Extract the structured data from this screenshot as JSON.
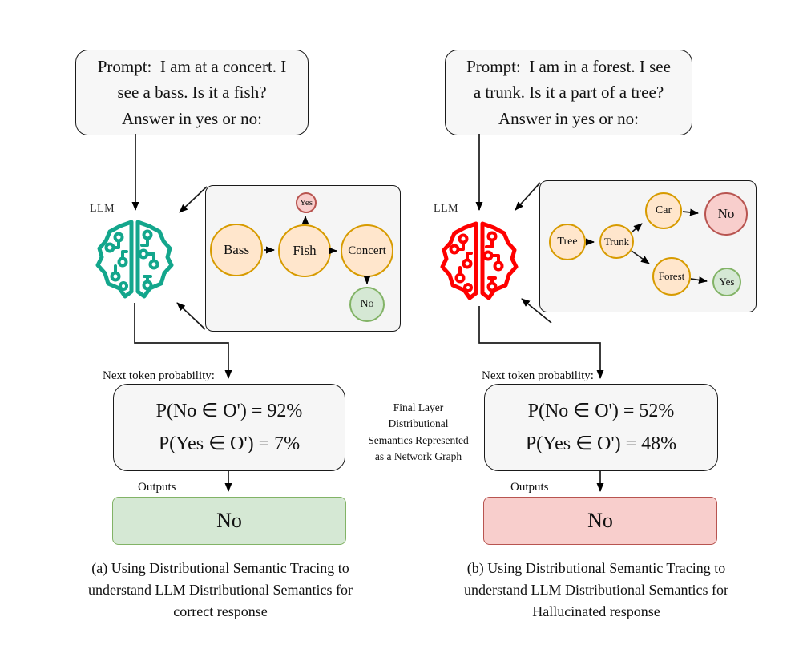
{
  "figure": {
    "middle_note": "Final Layer\nDistributional\nSemantics Represented\nas a Network Graph"
  },
  "colors": {
    "llm_correct": "#13A68C",
    "llm_hallucinated": "#FF0000",
    "orange_fill": "#FFE6CC",
    "orange_border": "#D79B00",
    "red_fill": "#F8CECC",
    "red_border": "#B85450",
    "green_fill": "#D5E8D4",
    "green_border": "#82B366"
  },
  "panel_a": {
    "prompt_text": "Prompt:  I am at a concert. I\nsee a bass. Is it a fish?\nAnswer in yes or no:",
    "llm_label": "LLM",
    "graph": {
      "nodes": [
        {
          "label": "Bass",
          "type": "concept"
        },
        {
          "label": "Fish",
          "type": "concept"
        },
        {
          "label": "Concert",
          "type": "concept"
        },
        {
          "label": "Yes",
          "type": "red"
        },
        {
          "label": "No",
          "type": "green"
        }
      ],
      "edges": [
        "Bass→Fish",
        "Fish→Concert",
        "Fish→Yes",
        "Concert→No"
      ]
    },
    "next_token_label": "Next token probability:",
    "prob_lines": "P(No ∈ O') = 92%\nP(Yes ∈ O') = 7%",
    "outputs_label": "Outputs",
    "output_value": "No",
    "caption": "(a) Using Distributional Semantic Tracing to\nunderstand LLM Distributional Semantics for\ncorrect response"
  },
  "panel_b": {
    "prompt_text": "Prompt:  I am in a forest. I see\na trunk. Is it a part of a tree?\nAnswer in yes or no:",
    "llm_label": "LLM",
    "graph": {
      "nodes": [
        {
          "label": "Tree",
          "type": "concept"
        },
        {
          "label": "Trunk",
          "type": "concept"
        },
        {
          "label": "Car",
          "type": "concept"
        },
        {
          "label": "No",
          "type": "red"
        },
        {
          "label": "Forest",
          "type": "concept"
        },
        {
          "label": "Yes",
          "type": "green"
        }
      ],
      "edges": [
        "Tree→Trunk",
        "Trunk→Car",
        "Car→No",
        "Trunk→Forest",
        "Forest→Yes"
      ]
    },
    "next_token_label": "Next token probability:",
    "prob_lines": "P(No ∈ O') = 52%\nP(Yes ∈ O') = 48%",
    "outputs_label": "Outputs",
    "output_value": "No",
    "caption": "(b) Using Distributional Semantic Tracing to\nunderstand LLM Distributional Semantics for\nHallucinated response"
  }
}
